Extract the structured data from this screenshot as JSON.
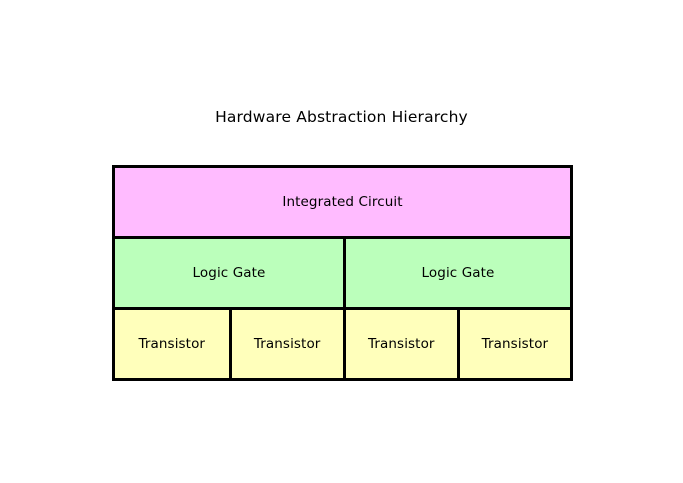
{
  "diagram": {
    "title": "Hardware Abstraction Hierarchy",
    "background_color": "#ffffff",
    "border_color": "#000000",
    "text_color": "#000000",
    "tiers": [
      {
        "level_name": "integrated-circuit",
        "fill_color": "#ffbbff",
        "cells": [
          {
            "label": "Integrated Circuit"
          }
        ]
      },
      {
        "level_name": "logic-gate",
        "fill_color": "#bbffbb",
        "cells": [
          {
            "label": "Logic Gate"
          },
          {
            "label": "Logic Gate"
          }
        ]
      },
      {
        "level_name": "transistor",
        "fill_color": "#ffffbb",
        "cells": [
          {
            "label": "Transistor"
          },
          {
            "label": "Transistor"
          },
          {
            "label": "Transistor"
          },
          {
            "label": "Transistor"
          }
        ]
      }
    ]
  }
}
